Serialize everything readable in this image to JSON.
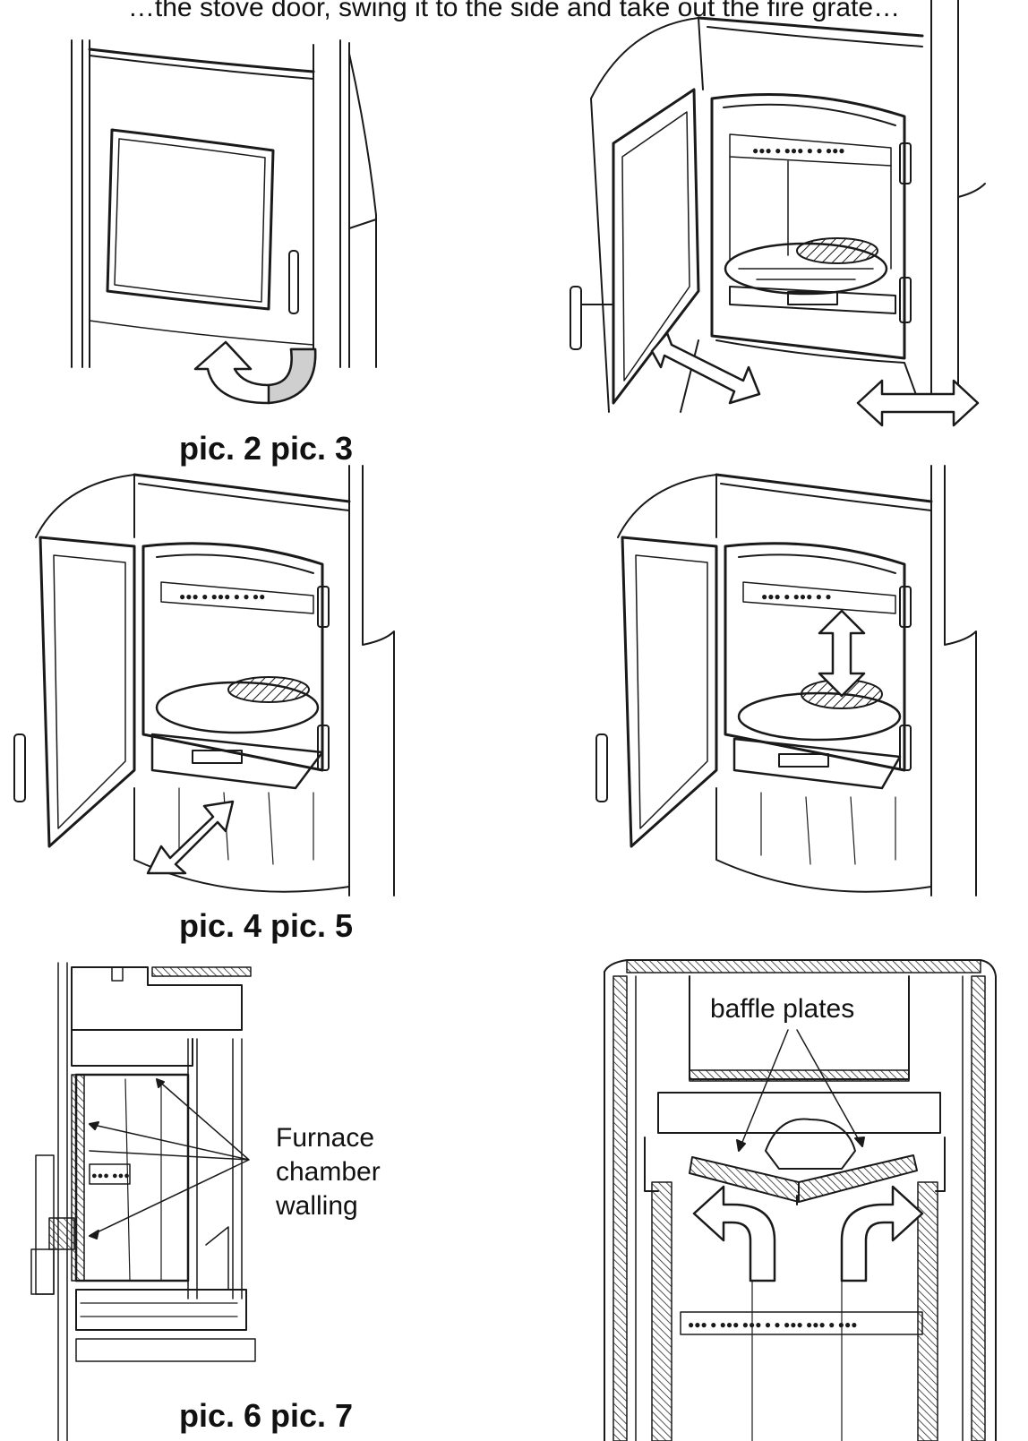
{
  "captions": {
    "row1": "pic. 2  pic. 3",
    "row2": "pic. 4  pic. 5",
    "row3": "pic. 6  pic. 7"
  },
  "labels": {
    "furnace_line1": "Furnace",
    "furnace_line2": "chamber",
    "furnace_line3": "walling",
    "baffle": "baffle plates"
  },
  "top_cut_text": "…the stove door, swing it to the side and take out the fire grate…",
  "colors": {
    "line": "#1a1a1a",
    "shade": "#cfcfcf",
    "paper": "#ffffff"
  },
  "icons": [
    "rotate-arrow-icon",
    "double-arrow-icon",
    "vertical-double-arrow-icon",
    "up-curved-arrow-icon"
  ]
}
